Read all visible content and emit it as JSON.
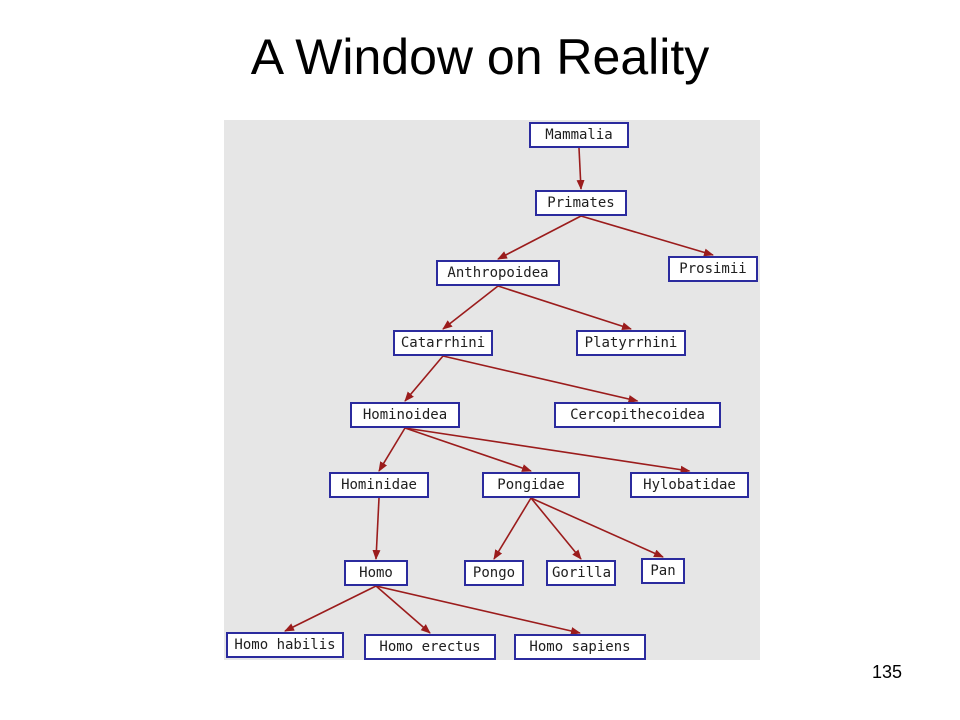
{
  "slide": {
    "title": "A Window on Reality",
    "page_number": "135"
  },
  "tree": {
    "edge_color": "#9b1c1c",
    "node_border_color": "#2b2b9e",
    "nodes": [
      {
        "id": "mammalia",
        "label": "Mammalia"
      },
      {
        "id": "primates",
        "label": "Primates"
      },
      {
        "id": "anthropoidea",
        "label": "Anthropoidea"
      },
      {
        "id": "prosimii",
        "label": "Prosimii"
      },
      {
        "id": "catarrhini",
        "label": "Catarrhini"
      },
      {
        "id": "platyrrhini",
        "label": "Platyrrhini"
      },
      {
        "id": "hominoidea",
        "label": "Hominoidea"
      },
      {
        "id": "cercopithecoidea",
        "label": "Cercopithecoidea"
      },
      {
        "id": "hominidae",
        "label": "Hominidae"
      },
      {
        "id": "pongidae",
        "label": "Pongidae"
      },
      {
        "id": "hylobatidae",
        "label": "Hylobatidae"
      },
      {
        "id": "homo",
        "label": "Homo"
      },
      {
        "id": "pongo",
        "label": "Pongo"
      },
      {
        "id": "gorilla",
        "label": "Gorilla"
      },
      {
        "id": "pan",
        "label": "Pan"
      },
      {
        "id": "homo-habilis",
        "label": "Homo habilis"
      },
      {
        "id": "homo-erectus",
        "label": "Homo erectus"
      },
      {
        "id": "homo-sapiens",
        "label": "Homo sapiens"
      }
    ],
    "edges": [
      [
        "mammalia",
        "primates"
      ],
      [
        "primates",
        "anthropoidea"
      ],
      [
        "primates",
        "prosimii"
      ],
      [
        "anthropoidea",
        "catarrhini"
      ],
      [
        "anthropoidea",
        "platyrrhini"
      ],
      [
        "catarrhini",
        "hominoidea"
      ],
      [
        "catarrhini",
        "cercopithecoidea"
      ],
      [
        "hominoidea",
        "hominidae"
      ],
      [
        "hominoidea",
        "pongidae"
      ],
      [
        "hominoidea",
        "hylobatidae"
      ],
      [
        "hominidae",
        "homo"
      ],
      [
        "pongidae",
        "pongo"
      ],
      [
        "pongidae",
        "gorilla"
      ],
      [
        "pongidae",
        "pan"
      ],
      [
        "homo",
        "homo-habilis"
      ],
      [
        "homo",
        "homo-erectus"
      ],
      [
        "homo",
        "homo-sapiens"
      ]
    ]
  }
}
